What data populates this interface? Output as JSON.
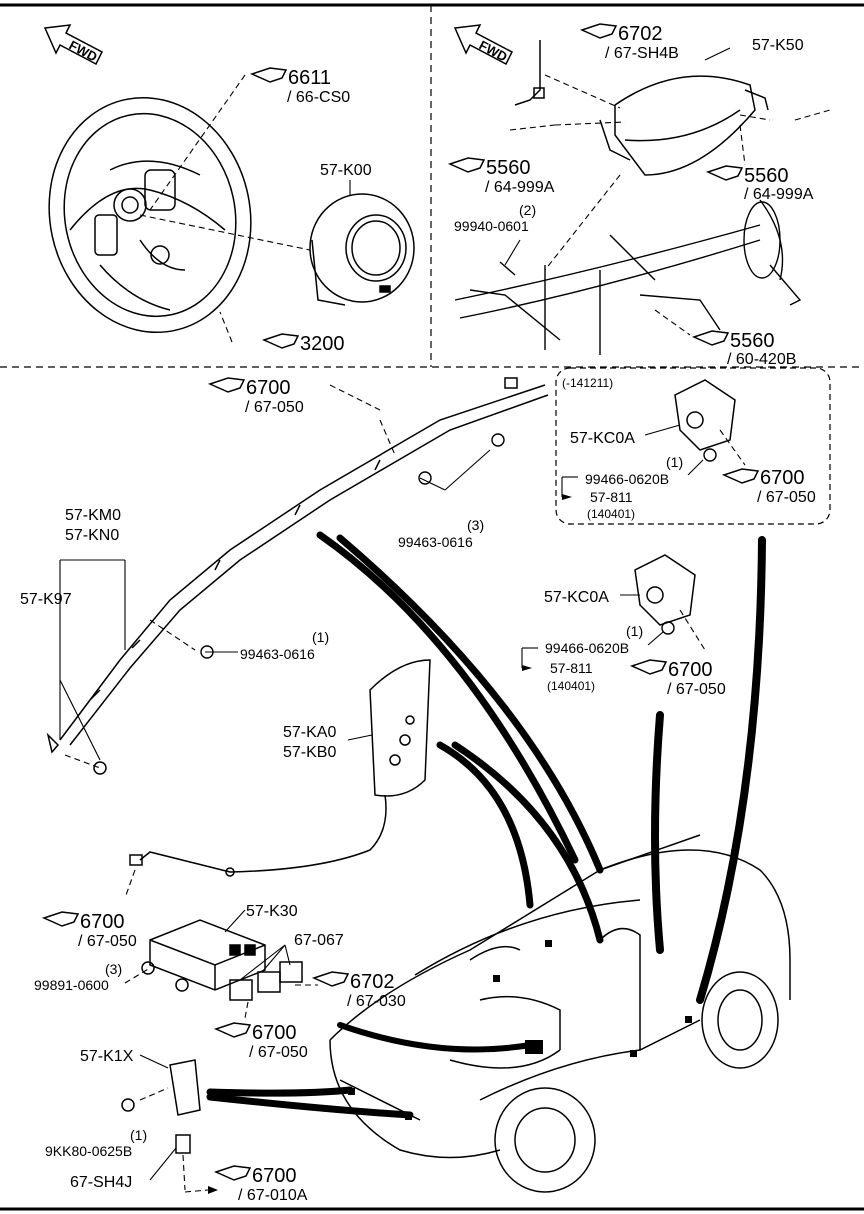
{
  "fwd": "FWD",
  "refs": [
    {
      "num": "6611",
      "sub": "/ 66-CS0"
    },
    {
      "num": "3200",
      "sub": ""
    },
    {
      "num": "6702",
      "sub": "/ 67-SH4B"
    },
    {
      "num": "5560",
      "sub": "/ 64-999A"
    },
    {
      "num": "5560",
      "sub": "/ 64-999A"
    },
    {
      "num": "5560",
      "sub": "/ 60-420B"
    },
    {
      "num": "6700",
      "sub": "/ 67-050"
    },
    {
      "num": "6700",
      "sub": "/ 67-050"
    },
    {
      "num": "6700",
      "sub": "/ 67-050"
    },
    {
      "num": "6700",
      "sub": "/ 67-050"
    },
    {
      "num": "6702",
      "sub": "/ 67-030"
    },
    {
      "num": "6700",
      "sub": "/ 67-050"
    },
    {
      "num": "6700",
      "sub": "/ 67-010A"
    }
  ],
  "parts": {
    "k00": "57-K00",
    "k50": "57-K50",
    "p9994": "99940-0601",
    "p9994_qty": "(2)",
    "km0": "57-KM0",
    "kn0": "57-KN0",
    "k97": "57-K97",
    "p99463a": "99463-0616",
    "p99463a_qty": "(3)",
    "p99463b": "99463-0616",
    "p99463b_qty": "(1)",
    "box_date": "(-141211)",
    "kc0a_1": "57-KC0A",
    "p99466_1": "99466-0620B",
    "p99466_1_qty": "(1)",
    "p811_1": "57-811",
    "p811_1_date": "(140401)",
    "kc0a_2": "57-KC0A",
    "p99466_2": "99466-0620B",
    "p99466_2_qty": "(1)",
    "p811_2": "57-811",
    "p811_2_date": "(140401)",
    "ka0": "57-KA0",
    "kb0": "57-KB0",
    "k30": "57-K30",
    "p67067": "67-067",
    "p99891": "99891-0600",
    "p99891_qty": "(3)",
    "k1x": "57-K1X",
    "p9kk80": "9KK80-0625B",
    "p9kk80_qty": "(1)",
    "sh4j": "67-SH4J"
  }
}
